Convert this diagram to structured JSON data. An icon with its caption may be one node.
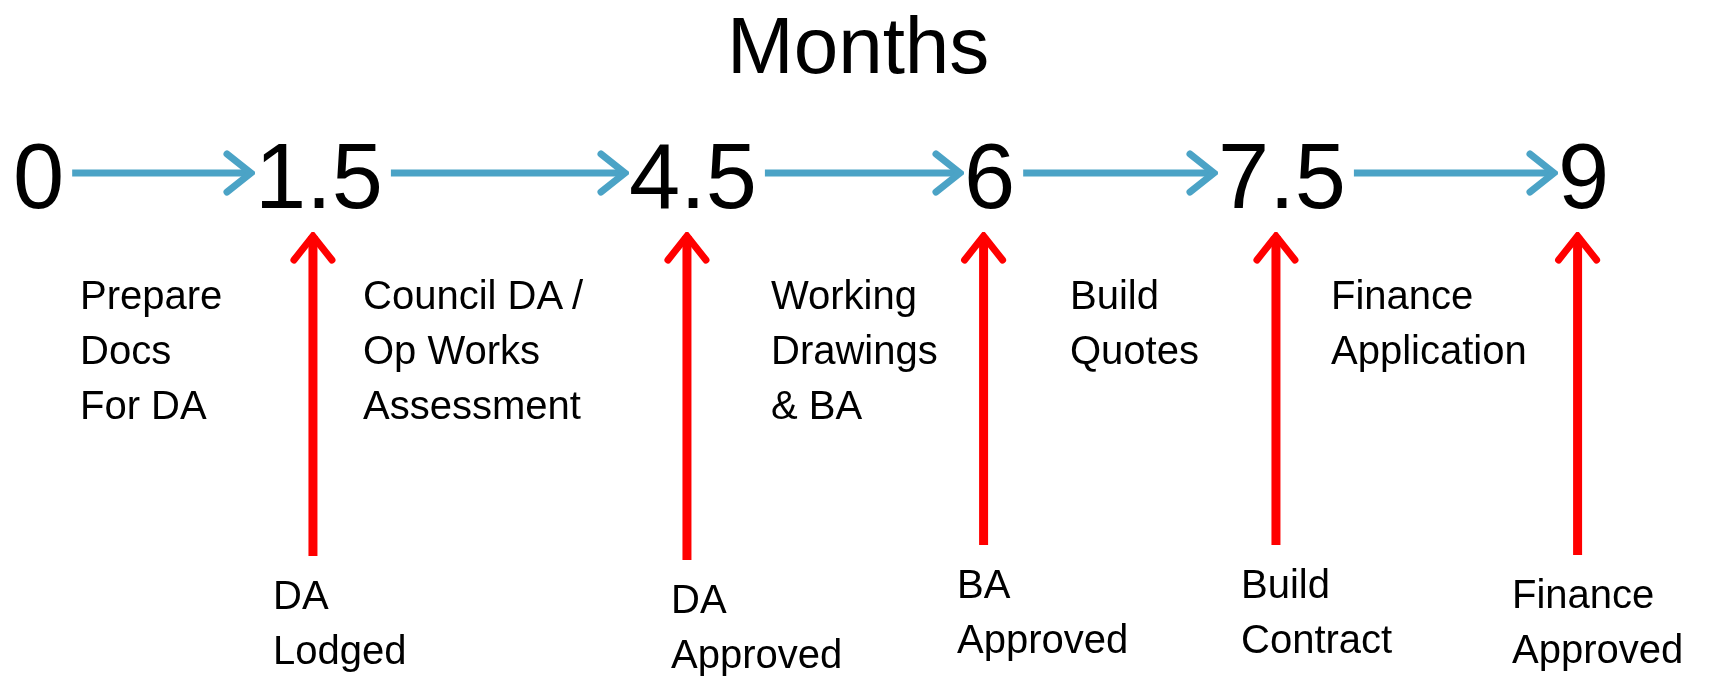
{
  "diagram": {
    "title": "Months",
    "nodes": [
      {
        "text": [
          "0"
        ]
      },
      {
        "text": [
          "1.5"
        ]
      },
      {
        "text": [
          "4.5"
        ]
      },
      {
        "text": [
          "6"
        ]
      },
      {
        "text": [
          "7.5"
        ]
      },
      {
        "text": [
          "9"
        ]
      },
      {
        "text": [
          "DA Lodged"
        ]
      },
      {
        "text": [
          "DA Approved"
        ]
      },
      {
        "text": [
          "BA Approved"
        ]
      },
      {
        "text": [
          "Build Contract"
        ]
      },
      {
        "text": [
          "Finance Approved"
        ]
      }
    ],
    "edges": [
      {
        "from": 0,
        "to": 1,
        "arrow": "to",
        "color": "#4ba3c6"
      },
      {
        "from": 1,
        "to": 2,
        "arrow": "to",
        "color": "#4ba3c6"
      },
      {
        "from": 2,
        "to": 3,
        "arrow": "to",
        "color": "#4ba3c6"
      },
      {
        "from": 3,
        "to": 4,
        "arrow": "to",
        "color": "#4ba3c6"
      },
      {
        "from": 4,
        "to": 5,
        "arrow": "to",
        "color": "#4ba3c6"
      },
      {
        "from": 6,
        "to": 1,
        "arrow": "to",
        "color": "#ff0000"
      },
      {
        "from": 7,
        "to": 2,
        "arrow": "to",
        "color": "#ff0000"
      },
      {
        "from": 8,
        "to": 3,
        "arrow": "to",
        "color": "#ff0000"
      },
      {
        "from": 9,
        "to": 4,
        "arrow": "to",
        "color": "#ff0000"
      },
      {
        "from": 10,
        "to": 5,
        "arrow": "to",
        "color": "#ff0000"
      }
    ],
    "labels": [
      "Prepare Docs For DA",
      "Council DA / Op Works Assessment",
      "Working Drawings & BA",
      "Build Quotes",
      "Finance Application"
    ]
  }
}
